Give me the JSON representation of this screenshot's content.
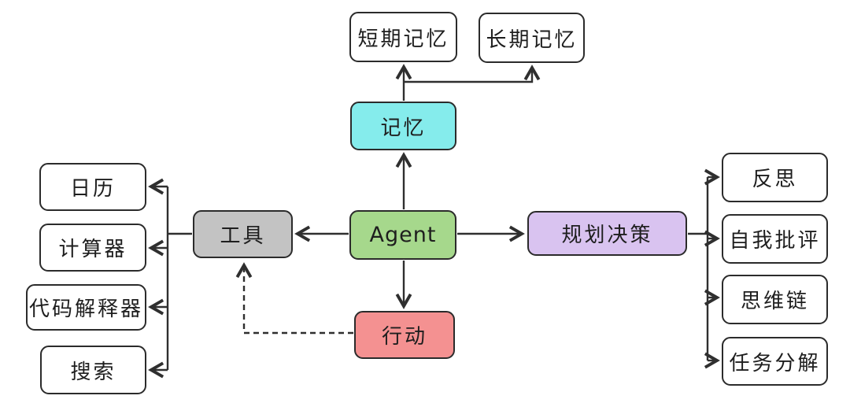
{
  "diagram": {
    "nodes": {
      "short_term_memory": {
        "label": "短期记忆",
        "fill": "#ffffff"
      },
      "long_term_memory": {
        "label": "长期记忆",
        "fill": "#ffffff"
      },
      "memory": {
        "label": "记忆",
        "fill": "#85ecec"
      },
      "agent": {
        "label": "Agent",
        "fill": "#a6d88c"
      },
      "tools": {
        "label": "工具",
        "fill": "#c3c3c3"
      },
      "planning": {
        "label": "规划决策",
        "fill": "#d9c3f0"
      },
      "action": {
        "label": "行动",
        "fill": "#f49191"
      },
      "calendar": {
        "label": "日历",
        "fill": "#ffffff"
      },
      "calculator": {
        "label": "计算器",
        "fill": "#ffffff"
      },
      "code_interpreter": {
        "label": "代码解释器",
        "fill": "#ffffff"
      },
      "search": {
        "label": "搜索",
        "fill": "#ffffff"
      },
      "reflection": {
        "label": "反思",
        "fill": "#ffffff"
      },
      "self_critique": {
        "label": "自我批评",
        "fill": "#ffffff"
      },
      "chain_of_thought": {
        "label": "思维链",
        "fill": "#ffffff"
      },
      "task_decomposition": {
        "label": "任务分解",
        "fill": "#ffffff"
      }
    },
    "colors": {
      "edge_stroke": "#2f2f2f",
      "node_border": "#2b2b2b",
      "background": "#ffffff"
    }
  }
}
